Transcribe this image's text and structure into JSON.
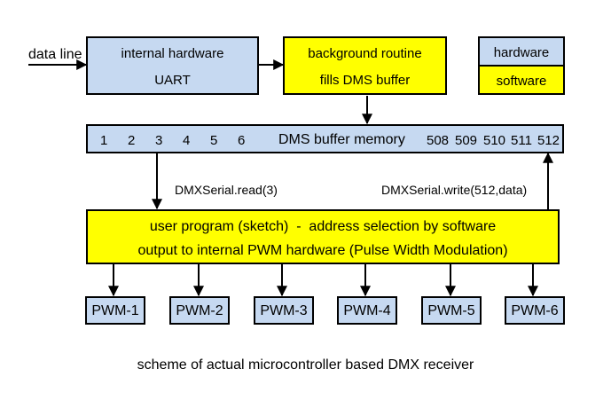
{
  "inputs": {
    "data_line": "data line"
  },
  "uart_box": {
    "line1": "internal hardware",
    "line2": "UART"
  },
  "background_box": {
    "line1": "background routine",
    "line2": "fills DMS buffer"
  },
  "legend": {
    "hardware": "hardware",
    "software": "software"
  },
  "buffer": {
    "label": "DMS buffer memory",
    "cells_left": [
      "1",
      "2",
      "3",
      "4",
      "5",
      "6"
    ],
    "cells_right": [
      "508",
      "509",
      "510",
      "511",
      "512"
    ]
  },
  "calls": {
    "read": "DMXSerial.read(3)",
    "write": "DMXSerial.write(512,data)"
  },
  "user_box": {
    "line1": "user program (sketch)  -  address selection by software",
    "line2": "output to internal PWM hardware (Pulse Width Modulation)"
  },
  "pwm_outputs": [
    "PWM-1",
    "PWM-2",
    "PWM-3",
    "PWM-4",
    "PWM-5",
    "PWM-6"
  ],
  "caption": "scheme of actual microcontroller based DMX receiver",
  "colors": {
    "hardware": "#c6d9f1",
    "software": "#ffff00"
  }
}
